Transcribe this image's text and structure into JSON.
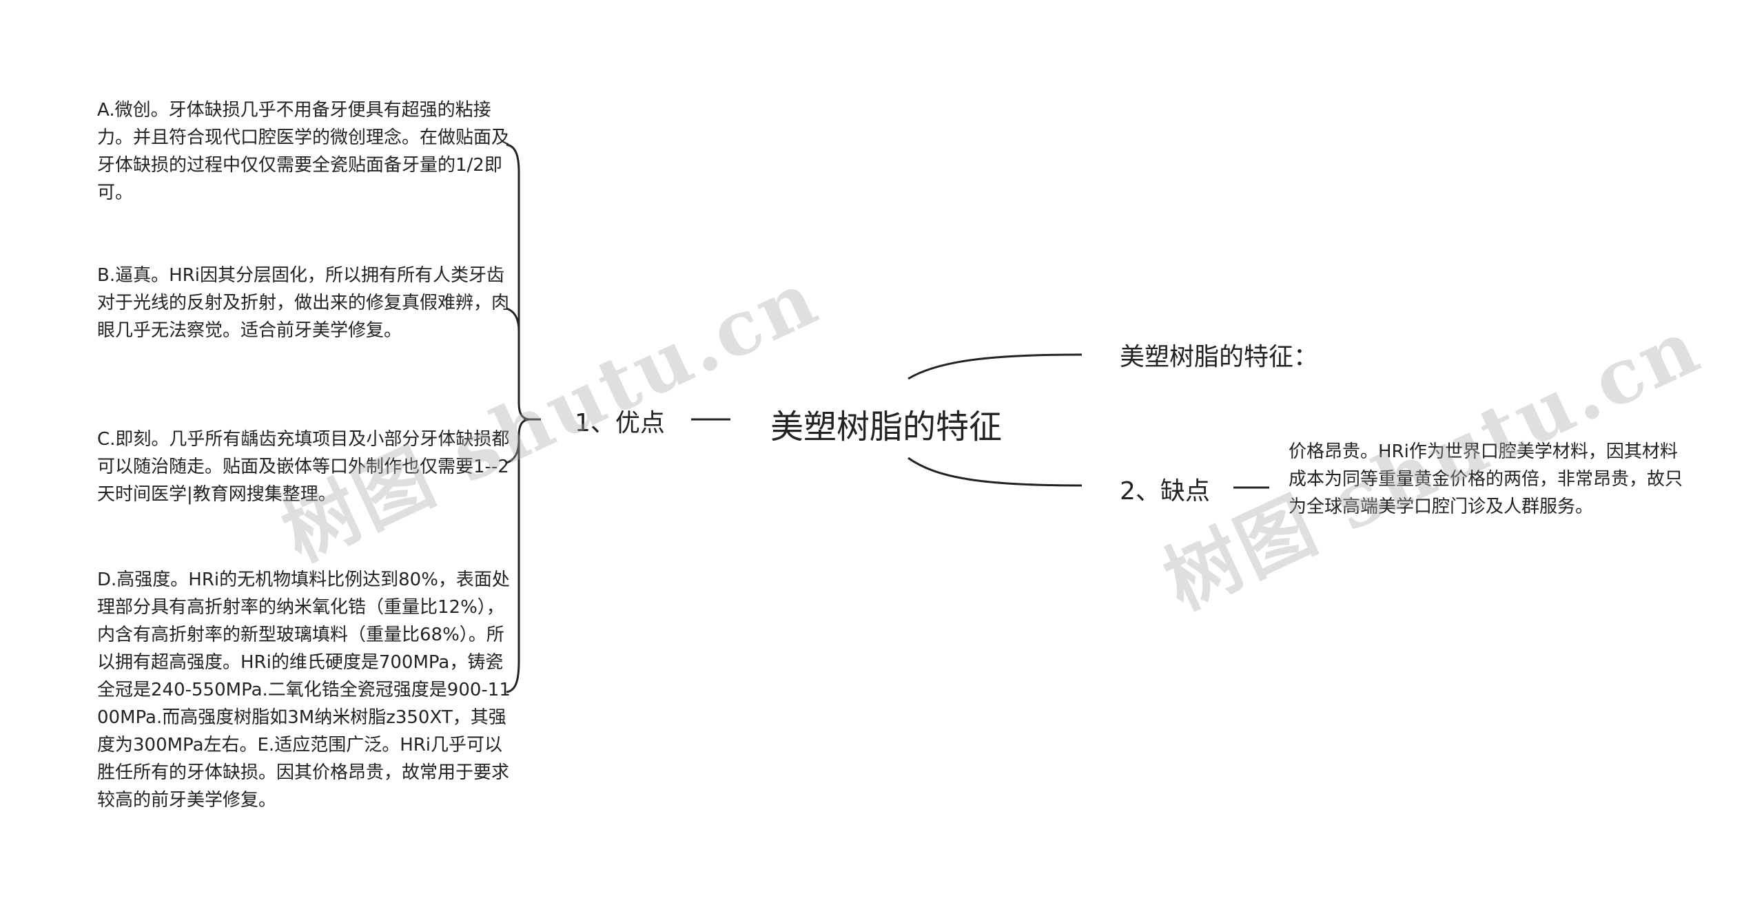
{
  "mindmap": {
    "central": "美塑树脂的特征",
    "left_branch": {
      "label": "1、优点",
      "leaves": [
        "A.微创。牙体缺损几乎不用备牙便具有超强的粘接力。并且符合现代口腔医学的微创理念。在做贴面及牙体缺损的过程中仅仅需要全瓷贴面备牙量的1/2即可。",
        "B.逼真。HRi因其分层固化，所以拥有所有人类牙齿对于光线的反射及折射，做出来的修复真假难辨，肉眼几乎无法察觉。适合前牙美学修复。",
        "C.即刻。几乎所有龋齿充填项目及小部分牙体缺损都可以随治随走。贴面及嵌体等口外制作也仅需要1--2天时间医学|教育网搜集整理。",
        "D.高强度。HRi的无机物填料比例达到80%，表面处理部分具有高折射率的纳米氧化锆（重量比12%），内含有高折射率的新型玻璃填料（重量比68%）。所以拥有超高强度。HRi的维氏硬度是700MPa，铸瓷全冠是240-550MPa.二氧化锆全瓷冠强度是900-1100MPa.而高强度树脂如3M纳米树脂z350XT，其强度为300MPa左右。E.适应范围广泛。HRi几乎可以胜任所有的牙体缺损。因其价格昂贵，故常用于要求较高的前牙美学修复。"
      ]
    },
    "right_branches": [
      {
        "label": "美塑树脂的特征："
      },
      {
        "label": "2、缺点",
        "leaves": [
          "价格昂贵。HRi作为世界口腔美学材料，因其材料成本为同等重量黄金价格的两倍，非常昂贵，故只为全球高端美学口腔门诊及人群服务。"
        ]
      }
    ]
  },
  "watermarks": [
    "树图 shutu.cn",
    "树图 shutu.cn"
  ],
  "colors": {
    "line": "#222222",
    "text": "#222222",
    "watermark": "#aaaaaa"
  }
}
